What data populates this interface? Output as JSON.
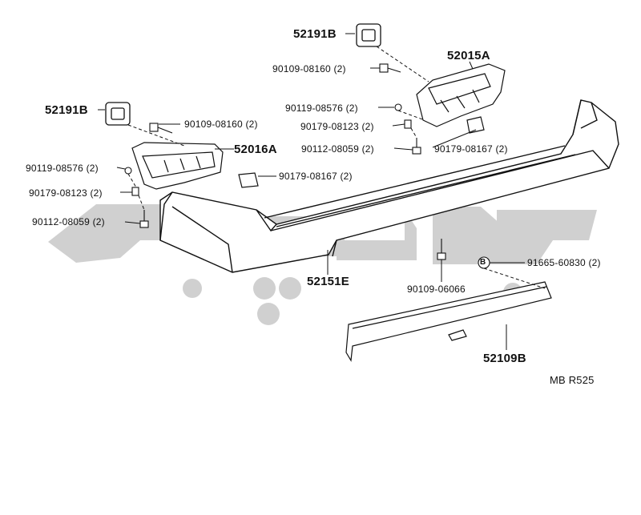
{
  "diagram": {
    "parts": {
      "p_52191b_top": "52191B",
      "p_52015a": "52015A",
      "p_90109_08160_top": "90109-08160 (2)",
      "p_52191b_left": "52191B",
      "p_90119_08576_right": "90119-08576 (2)",
      "p_90109_08160_left": "90109-08160 (2)",
      "p_90179_08123_right": "90179-08123 (2)",
      "p_52016a": "52016A",
      "p_90112_08059_right": "90112-08059 (2)",
      "p_90179_08167_right": "90179-08167 (2)",
      "p_90119_08576_left": "90119-08576 (2)",
      "p_90179_08167_left": "90179-08167 (2)",
      "p_90179_08123_left": "90179-08123 (2)",
      "p_90112_08059_left": "90112-08059 (2)",
      "p_52151e": "52151E",
      "p_90109_06066": "90109-06066",
      "p_91665_60830": "91665-60830 (2)",
      "p_52109b": "52109B"
    },
    "callout_symbol": "B",
    "reference_code": "MB  R525"
  },
  "colors": {
    "line": "#111111",
    "watermark": "#c8c8c8"
  }
}
